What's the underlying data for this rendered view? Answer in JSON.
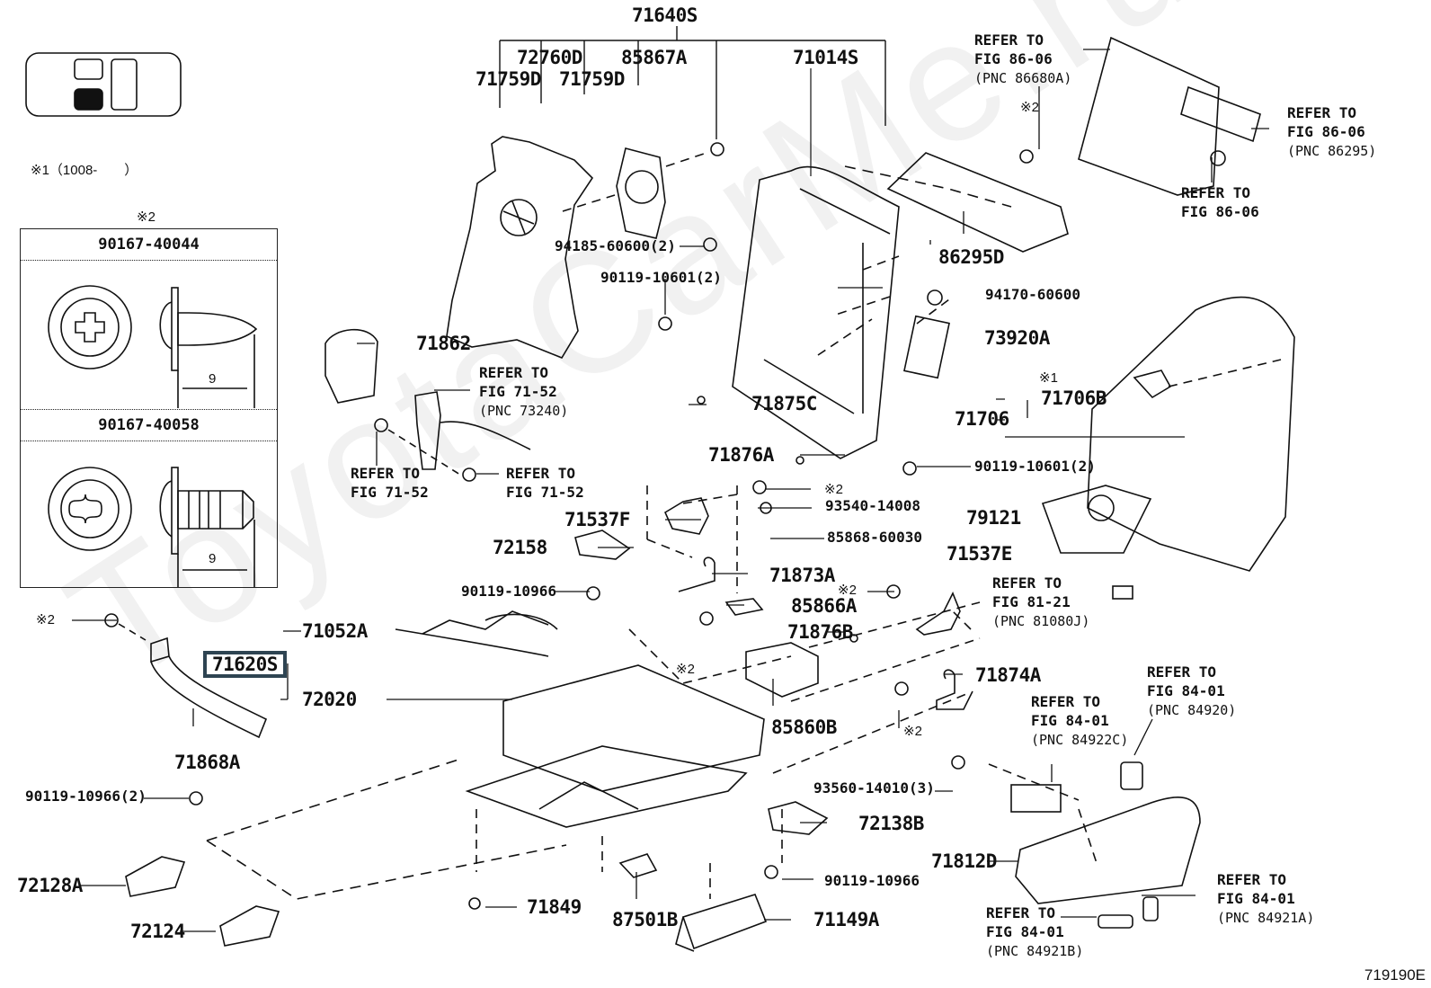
{
  "watermark": "ToyotaCarMe.ru",
  "figure_code": "719190E",
  "vehicle_locator": {
    "highlighted_seat": "front-left"
  },
  "notes": {
    "note1": "※1（1008-　　）",
    "note2_header": "※2"
  },
  "fastener_table": {
    "title": "※2",
    "rows": [
      {
        "part": "90167-40044",
        "dimension": "9"
      },
      {
        "part": "90167-40058",
        "dimension": "9"
      }
    ]
  },
  "parts": {
    "p71640S": "71640S",
    "p72760D": "72760D",
    "p85867A": "85867A",
    "p71014S": "71014S",
    "p71759D_a": "71759D",
    "p71759D_b": "71759D",
    "p94185": "94185-60600(2)",
    "p90119_10601_a": "90119-10601(2)",
    "p86295D": "86295D",
    "p94170": "94170-60600",
    "p73920A": "73920A",
    "p71862": "71862",
    "p71875C": "71875C",
    "p71706": "71706",
    "p71706B": "71706B",
    "p71876A": "71876A",
    "p90119_10601_b": "90119-10601(2)",
    "p93540": "93540-14008",
    "p71537F": "71537F",
    "p85868": "85868-60030",
    "p79121": "79121",
    "p72158": "72158",
    "p71537E": "71537E",
    "p71873A": "71873A",
    "p90119_10966_a": "90119-10966",
    "p85866A": "85866A",
    "p71052A": "71052A",
    "p71876B": "71876B",
    "p71620S": "71620S",
    "p71874A": "71874A",
    "p72020": "72020",
    "p85860B": "85860B",
    "p71868A": "71868A",
    "p93560": "93560-14010(3)",
    "p90119_10966_2": "90119-10966(2)",
    "p72138B": "72138B",
    "p71812D": "71812D",
    "p72128A": "72128A",
    "p90119_10966_b": "90119-10966",
    "p71849": "71849",
    "p87501B": "87501B",
    "p71149A": "71149A",
    "p72124": "72124"
  },
  "marks": {
    "m2": "※2",
    "m1": "※1"
  },
  "references": {
    "r86680A": {
      "line1": "REFER TO",
      "line2": "FIG 86-06",
      "pnc": "(PNC 86680A)"
    },
    "r86295": {
      "line1": "REFER TO",
      "line2": "FIG 86-06",
      "pnc": "(PNC 86295)"
    },
    "r8606": {
      "line1": "REFER TO",
      "line2": "FIG 86-06"
    },
    "r73240": {
      "line1": "REFER TO",
      "line2": "FIG 71-52",
      "pnc": "(PNC 73240)"
    },
    "r7152_a": {
      "line1": "REFER TO",
      "line2": "FIG 71-52"
    },
    "r7152_b": {
      "line1": "REFER TO",
      "line2": "FIG 71-52"
    },
    "r81080J": {
      "line1": "REFER TO",
      "line2": "FIG 81-21",
      "pnc": "(PNC 81080J)"
    },
    "r84920": {
      "line1": "REFER TO",
      "line2": "FIG 84-01",
      "pnc": "(PNC 84920)"
    },
    "r84922C": {
      "line1": "REFER TO",
      "line2": "FIG 84-01",
      "pnc": "(PNC 84922C)"
    },
    "r84921A": {
      "line1": "REFER TO",
      "line2": "FIG 84-01",
      "pnc": "(PNC 84921A)"
    },
    "r84921B": {
      "line1": "REFER TO",
      "line2": "FIG 84-01",
      "pnc": "(PNC 84921B)"
    }
  }
}
